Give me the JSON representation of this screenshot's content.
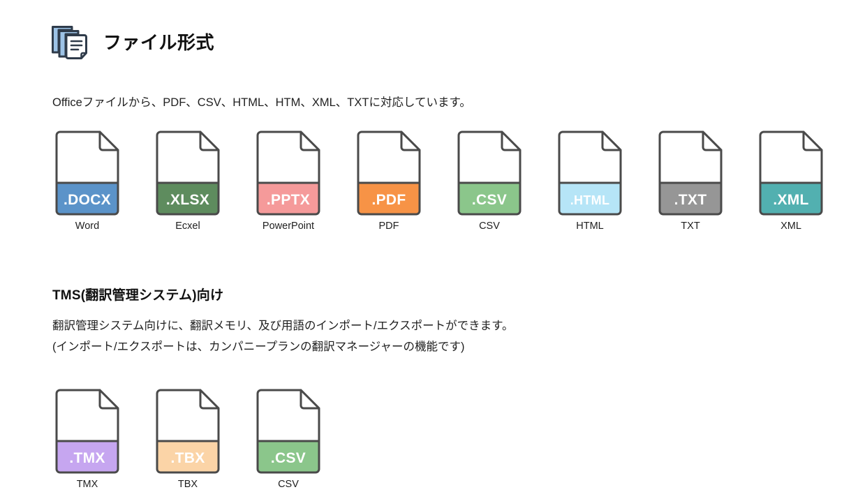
{
  "section": {
    "icon": "stacked-documents-icon",
    "title": "ファイル形式",
    "intro": "Officeファイルから、PDF、CSV、HTML、HTM、XML、TXTに対応しています。"
  },
  "office_formats": {
    "items": [
      {
        "ext": ".DOCX",
        "caption": "Word",
        "color": "#5b93c9",
        "band_text_size": "normal"
      },
      {
        "ext": ".XLSX",
        "caption": "Ecxel",
        "color": "#5e8c5e",
        "band_text_size": "normal"
      },
      {
        "ext": ".PPTX",
        "caption": "PowerPoint",
        "color": "#f59a9a",
        "band_text_size": "normal"
      },
      {
        "ext": ".PDF",
        "caption": "PDF",
        "color": "#f79346",
        "band_text_size": "normal"
      },
      {
        "ext": ".CSV",
        "caption": "CSV",
        "color": "#8bc68b",
        "band_text_size": "normal"
      },
      {
        "ext": ".HTML",
        "caption": "HTML",
        "color": "#b6e5f7",
        "band_text_size": "small"
      },
      {
        "ext": ".TXT",
        "caption": "TXT",
        "color": "#969696",
        "band_text_size": "normal"
      },
      {
        "ext": ".XML",
        "caption": "XML",
        "color": "#52b0b0",
        "band_text_size": "normal"
      }
    ]
  },
  "tms_section": {
    "heading": "TMS(翻訳管理システム)向け",
    "body_line1": "翻訳管理システム向けに、翻訳メモリ、及び用語のインポート/エクスポートができます。",
    "body_line2": "(インポート/エクスポートは、カンパニープランの翻訳マネージャーの機能です)",
    "items": [
      {
        "ext": ".TMX",
        "caption": "TMX",
        "color": "#c6a6f0",
        "band_text_size": "normal"
      },
      {
        "ext": ".TBX",
        "caption": "TBX",
        "color": "#fbd4a7",
        "band_text_size": "normal"
      },
      {
        "ext": ".CSV",
        "caption": "CSV",
        "color": "#8bc68b",
        "band_text_size": "normal"
      }
    ]
  },
  "colors": {
    "page_background": "#ffffff",
    "text": "#1f1f1f",
    "icon_outline": "#4a4a4a",
    "doc_icon_blue": "#9dc3e6",
    "doc_icon_stroke": "#2f3b4a"
  }
}
